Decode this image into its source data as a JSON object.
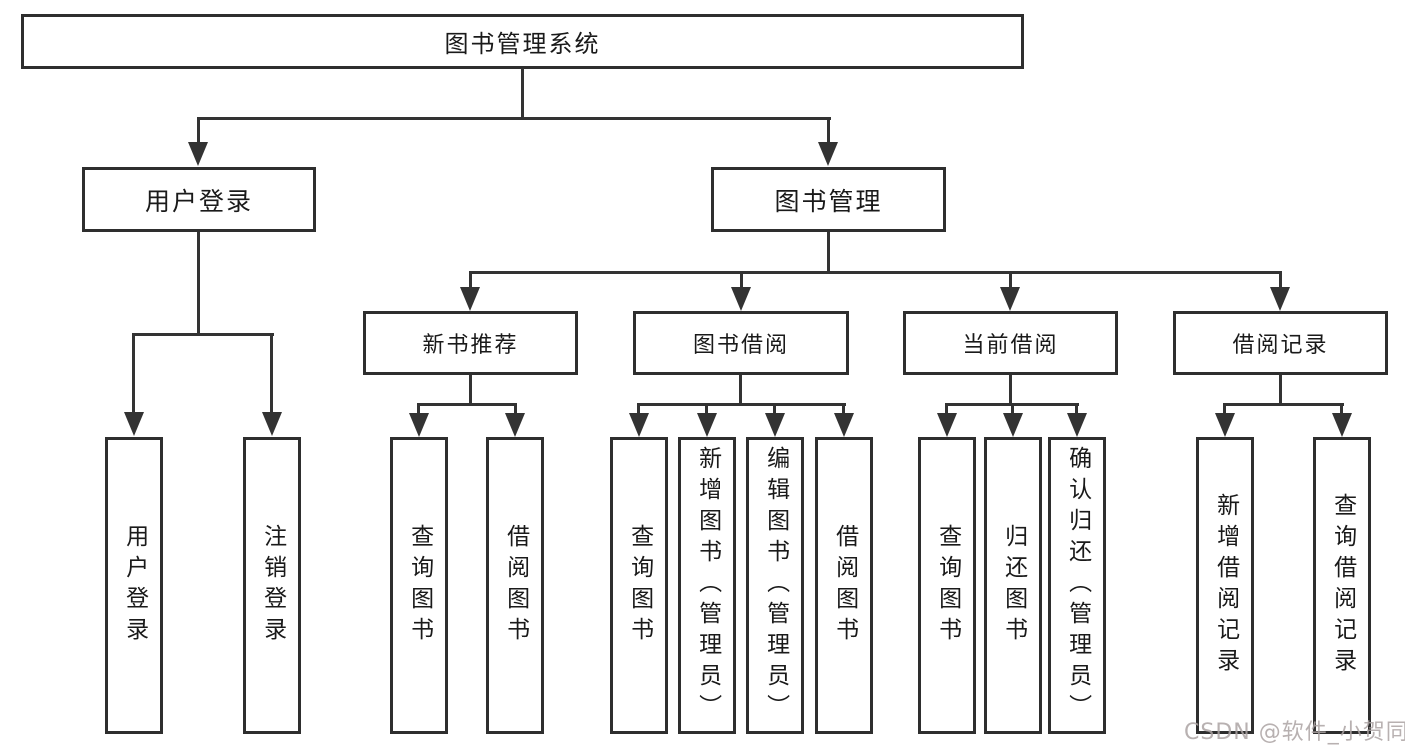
{
  "diagram": {
    "type": "hierarchy-tree",
    "tree": {
      "root": {
        "label": "图书管理系统"
      },
      "branches": [
        {
          "label": "用户登录",
          "children": [
            {
              "label": "用户登录"
            },
            {
              "label": "注销登录"
            }
          ]
        },
        {
          "label": "图书管理",
          "children": [
            {
              "label": "新书推荐",
              "children": [
                {
                  "label": "查询图书"
                },
                {
                  "label": "借阅图书"
                }
              ]
            },
            {
              "label": "图书借阅",
              "children": [
                {
                  "label": "查询图书"
                },
                {
                  "label": "新增图书（管理员）"
                },
                {
                  "label": "编辑图书（管理员）"
                },
                {
                  "label": "借阅图书"
                }
              ]
            },
            {
              "label": "当前借阅",
              "children": [
                {
                  "label": "查询图书"
                },
                {
                  "label": "归还图书"
                },
                {
                  "label": "确认归还（管理员）"
                }
              ]
            },
            {
              "label": "借阅记录",
              "children": [
                {
                  "label": "新增借阅记录"
                },
                {
                  "label": "查询借阅记录"
                }
              ]
            }
          ]
        }
      ]
    },
    "colors": {
      "line": "#333333",
      "box_border": "#2e2e2e",
      "text": "#1a1a1a",
      "background": "#ffffff"
    }
  },
  "watermark": {
    "text": "CSDN @软件_小贺同学",
    "color": "#aca3a3"
  }
}
